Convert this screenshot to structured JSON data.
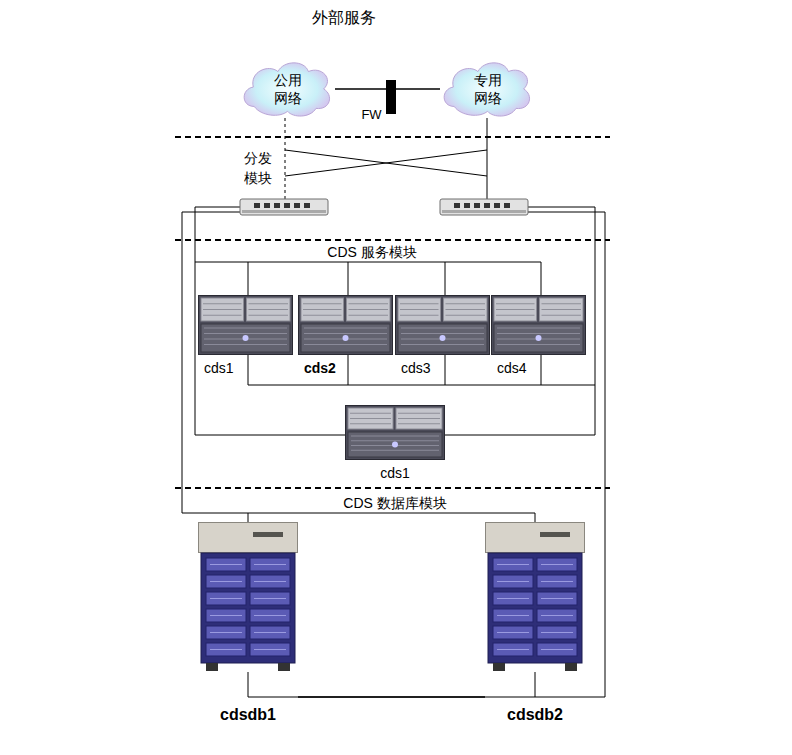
{
  "diagram": {
    "title": "外部服务",
    "nodes": [
      {
        "text": [
          "公用 网络"
        ]
      },
      {
        "text": [
          "专用 网络"
        ]
      },
      {
        "text": [
          "cds1"
        ]
      },
      {
        "text": [
          "cds2"
        ]
      },
      {
        "text": [
          "cds3"
        ]
      },
      {
        "text": [
          "cds4"
        ]
      },
      {
        "text": [
          "cds1"
        ]
      },
      {
        "text": [
          "cdsdb1"
        ]
      },
      {
        "text": [
          "cdsdb2"
        ]
      }
    ],
    "edges": [
      {
        "from": 0,
        "to": 1,
        "arrow": "none",
        "label": "FW"
      },
      {
        "from": 7,
        "to": 8,
        "arrow": "none"
      }
    ],
    "labels": [
      "分发 模块",
      "CDS 服务模块",
      "CDS 数据库模块"
    ]
  }
}
